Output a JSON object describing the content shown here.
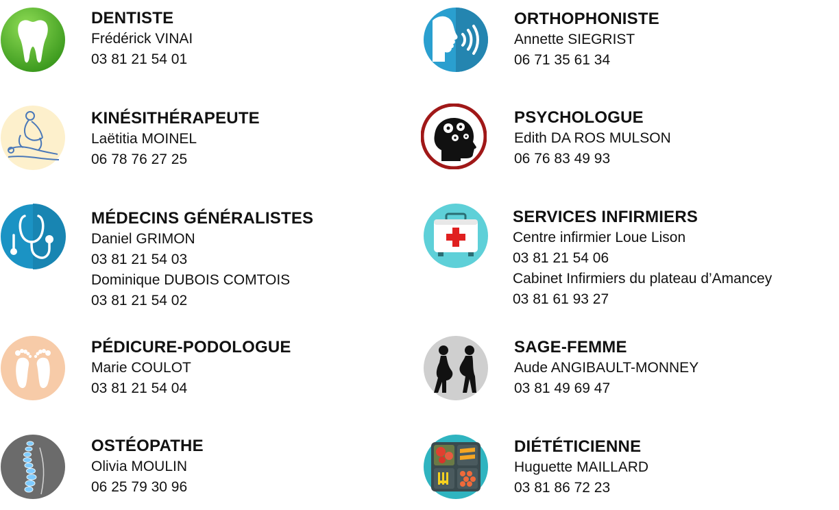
{
  "colors": {
    "dentiste": "#5cb82e",
    "orthophoniste": "#2a9fcf",
    "kine": "#fdf0cc",
    "psychologue": "#a01818",
    "medecins": "#1b93c4",
    "infirmiers": "#5ed0d8",
    "pedicure": "#f7cba8",
    "sagefemme": "#cfcfcf",
    "osteopathe": "#6b6b6b",
    "dieteticienne": "#2fb4c0"
  },
  "left": [
    {
      "icon": "tooth-icon",
      "title": "DENTISTE",
      "lines": [
        "Frédérick VINAI",
        "03 81 21 54 01"
      ]
    },
    {
      "icon": "massage-icon",
      "title": "KINÉSITHÉRAPEUTE",
      "lines": [
        "Laëtitia MOINEL",
        "06 78 76 27 25"
      ]
    },
    {
      "icon": "stethoscope-icon",
      "title": "MÉDECINS GÉNÉRALISTES",
      "lines": [
        "Daniel GRIMON",
        "03 81 21 54 03",
        "Dominique DUBOIS COMTOIS",
        "03 81 21 54 02"
      ]
    },
    {
      "icon": "feet-icon",
      "title": "PÉDICURE-PODOLOGUE",
      "lines": [
        "Marie COULOT",
        "03 81 21 54 04"
      ]
    },
    {
      "icon": "spine-icon",
      "title": "OSTÉOPATHE",
      "lines": [
        "Olivia MOULIN",
        "06 25 79 30 96"
      ]
    }
  ],
  "right": [
    {
      "icon": "speech-icon",
      "title": "ORTHOPHONISTE",
      "lines": [
        "Annette SIEGRIST",
        "06 71 35 61 34"
      ]
    },
    {
      "icon": "brain-gears-icon",
      "title": "PSYCHOLOGUE",
      "lines": [
        "Edith DA ROS MULSON",
        "06 76 83 49 93"
      ]
    },
    {
      "icon": "first-aid-kit-icon",
      "title": "SERVICES INFIRMIERS",
      "lines": [
        "Centre infirmier Loue Lison",
        "03 81 21 54 06",
        "Cabinet Infirmiers du plateau d’Amancey",
        "03 81 61 93 27"
      ]
    },
    {
      "icon": "pregnant-women-icon",
      "title": "SAGE-FEMME",
      "lines": [
        "Aude ANGIBAULT-MONNEY",
        "03 81 49 69 47"
      ]
    },
    {
      "icon": "food-tray-icon",
      "title": "DIÉTÉTICIENNE",
      "lines": [
        "Huguette MAILLARD",
        "03 81 86 72 23"
      ]
    }
  ]
}
